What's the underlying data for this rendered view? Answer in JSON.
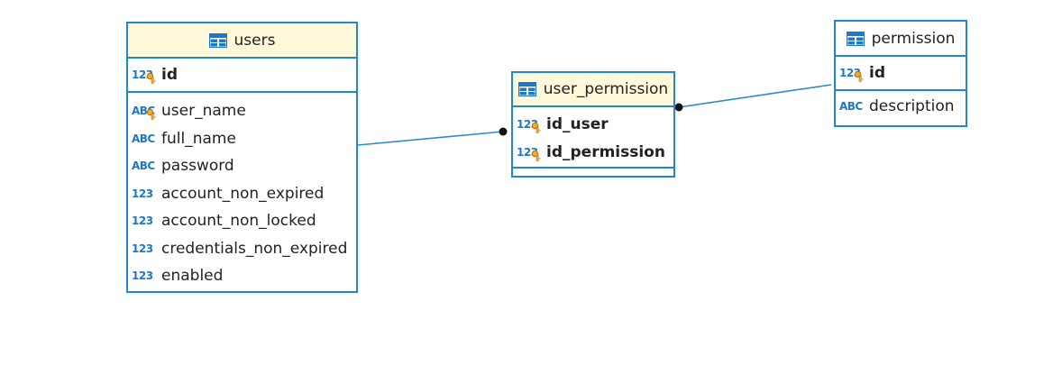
{
  "colors": {
    "border": "#1e88d0",
    "header_selected": "#fff9db",
    "line": "#2a8bd0",
    "type_icon": "#1e78c8"
  },
  "entities": {
    "users": {
      "name": "users",
      "keys": [
        {
          "name": "id",
          "type": "123",
          "key_icon": "key-icon"
        }
      ],
      "columns": [
        {
          "name": "user_name",
          "type": "ABC",
          "key_icon": "key-icon"
        },
        {
          "name": "full_name",
          "type": "ABC"
        },
        {
          "name": "password",
          "type": "ABC"
        },
        {
          "name": "account_non_expired",
          "type": "123"
        },
        {
          "name": "account_non_locked",
          "type": "123"
        },
        {
          "name": "credentials_non_expired",
          "type": "123"
        },
        {
          "name": "enabled",
          "type": "123"
        }
      ]
    },
    "user_permission": {
      "name": "user_permission",
      "keys": [
        {
          "name": "id_user",
          "type": "123",
          "key_icon": "key-icon"
        },
        {
          "name": "id_permission",
          "type": "123",
          "key_icon": "key-icon"
        }
      ]
    },
    "permission": {
      "name": "permission",
      "keys": [
        {
          "name": "id",
          "type": "123",
          "key_icon": "key-icon"
        }
      ],
      "columns": [
        {
          "name": "description",
          "type": "ABC"
        }
      ]
    }
  }
}
